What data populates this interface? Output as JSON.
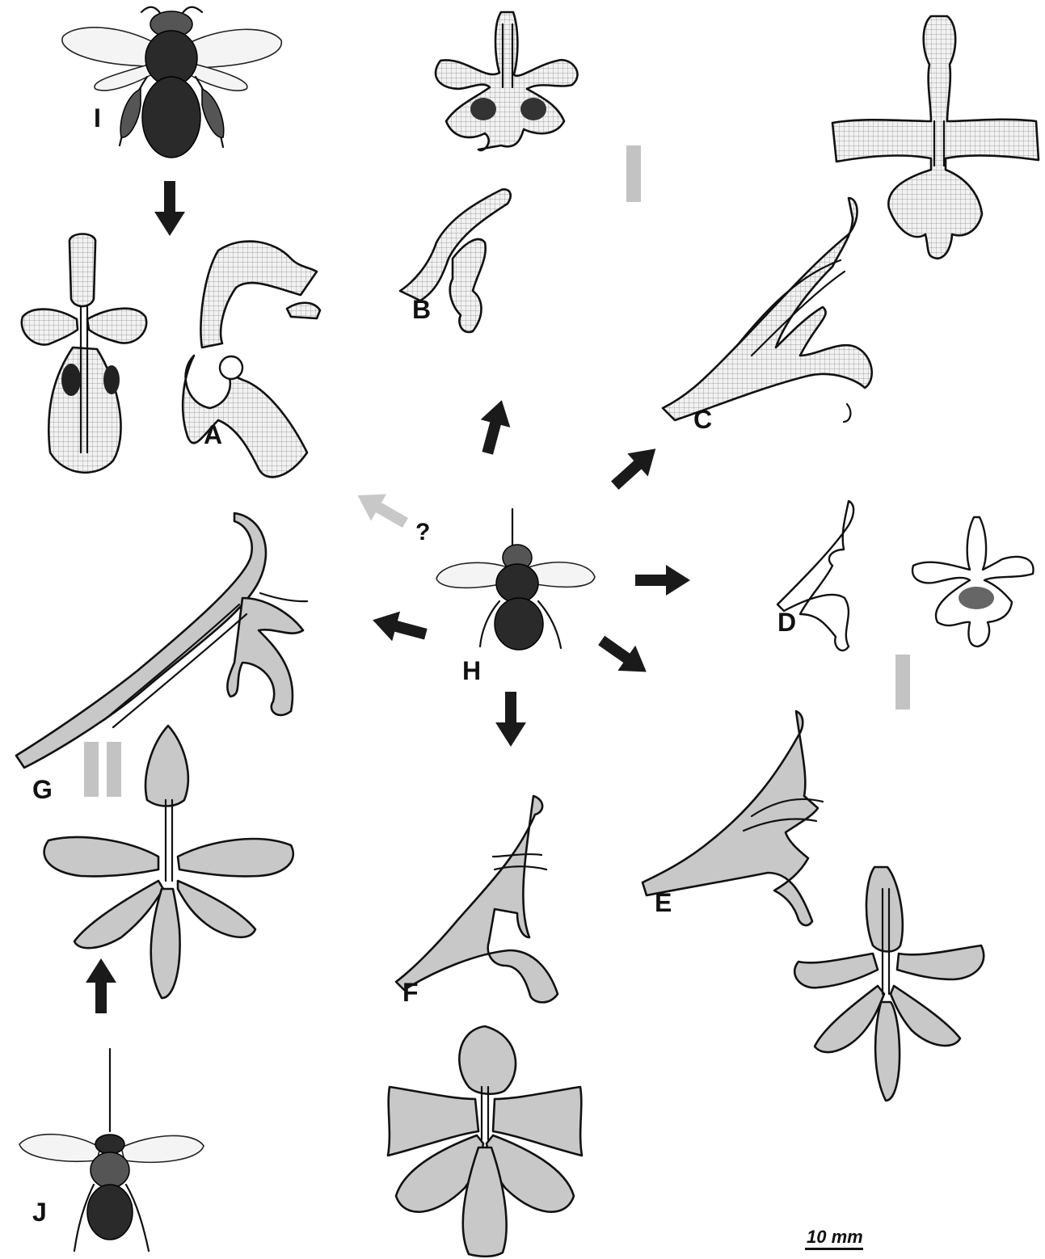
{
  "panel_labels": {
    "A": "A",
    "B": "B",
    "C": "C",
    "D": "D",
    "E": "E",
    "F": "F",
    "G": "G",
    "H": "H",
    "I": "I",
    "J": "J"
  },
  "question_mark": "?",
  "scale_bar": {
    "label": "10 mm"
  },
  "colors": {
    "arrow": "#1a1a1a",
    "arrow_uncertain": "#c8c8c8",
    "group_bar": "#c3c3c3",
    "flower_grey_fill": "#c8c8c8",
    "ink": "#111111"
  }
}
